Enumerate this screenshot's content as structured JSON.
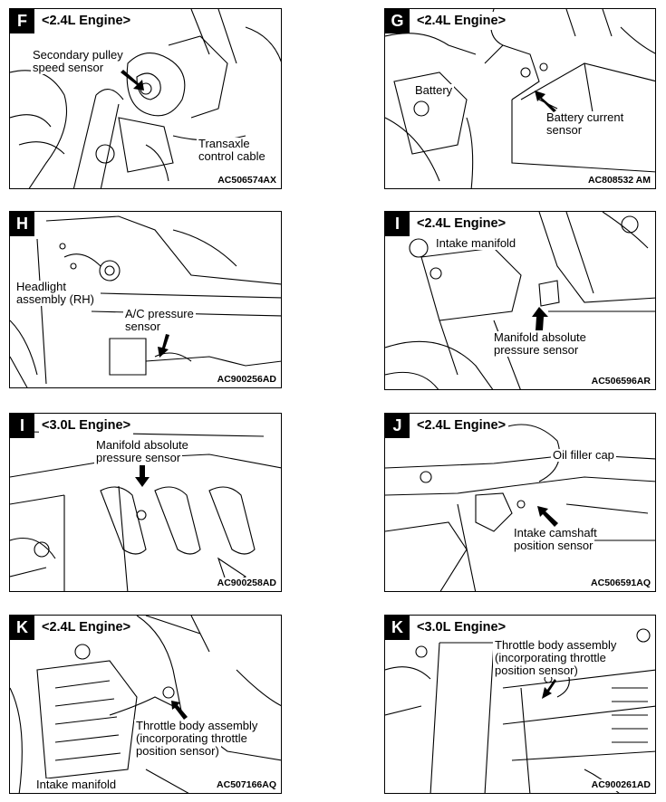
{
  "panels": [
    {
      "letter": "F",
      "engine": "<2.4L Engine>",
      "labels": [
        "Secondary pulley",
        "speed sensor",
        "Transaxle",
        "control cable"
      ],
      "code": "AC506574AX"
    },
    {
      "letter": "G",
      "engine": "<2.4L Engine>",
      "labels": [
        "Battery",
        "Battery current",
        "sensor"
      ],
      "code": "AC808532 AM"
    },
    {
      "letter": "H",
      "engine": "",
      "labels": [
        "Headlight",
        "assembly (RH)",
        "A/C pressure",
        "sensor"
      ],
      "code": "AC900256AD"
    },
    {
      "letter": "I",
      "engine": "<2.4L Engine>",
      "labels": [
        "Intake manifold",
        "Manifold absolute",
        "pressure sensor"
      ],
      "code": "AC506596AR"
    },
    {
      "letter": "I",
      "engine": "<3.0L Engine>",
      "labels": [
        "Manifold absolute",
        "pressure sensor"
      ],
      "code": "AC900258AD"
    },
    {
      "letter": "J",
      "engine": "<2.4L Engine>",
      "labels": [
        "Oil filler cap",
        "Intake camshaft",
        "position sensor"
      ],
      "code": "AC506591AQ"
    },
    {
      "letter": "K",
      "engine": "<2.4L Engine>",
      "labels": [
        "Throttle body assembly",
        "(incorporating throttle",
        "position sensor)",
        "Intake manifold"
      ],
      "code": "AC507166AQ"
    },
    {
      "letter": "K",
      "engine": "<3.0L Engine>",
      "labels": [
        "Throttle body assembly",
        "(incorporating throttle",
        "position sensor)"
      ],
      "code": "AC900261AD"
    }
  ]
}
